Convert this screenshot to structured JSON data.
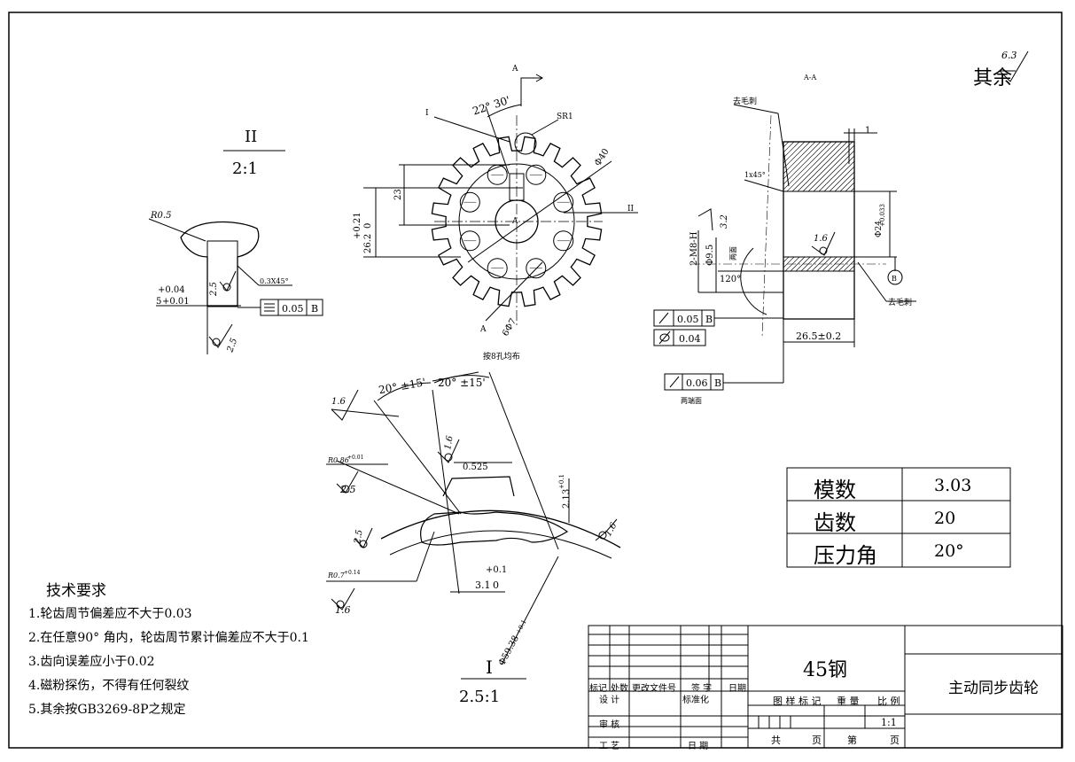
{
  "drawing": {
    "surface_finish_note": "其余",
    "surface_finish_value": "6.3",
    "view_ii_label": "II",
    "view_ii_scale": "2:1",
    "view_i_label": "I",
    "view_i_scale": "2.5:1",
    "section_label": "A-A",
    "section_mark": "A",
    "hole_note": "按8孔均布",
    "both_ends_note": "两端面",
    "deburr_note": "去毛刺",
    "both_sides_note": "两面",
    "dimensions": {
      "angle_22": "22° 30'",
      "sr1": "SR1",
      "phi40": "Ф40",
      "d23": "23",
      "d26": "26.2",
      "d26_tol_up": "+0.21",
      "d26_tol_low": "0",
      "phi7": "6Ф7",
      "r05": "R0.5",
      "chamfer_03": "0.3X45°",
      "w5": "5",
      "w5_tol_up": "+0.04",
      "w5_tol_low": "+0.01",
      "rough_25": "2.5",
      "sym_tol": "0.05",
      "datum_b": "B",
      "dim_1": "1",
      "chamfer_1x45": "1x45°",
      "thread": "2-M8-H",
      "phi95": "Ф9.5",
      "rough_32": "3.2",
      "angle_120": "120°",
      "rough_16": "1.6",
      "phi24": "Ф24",
      "phi24_tol": "+0.033",
      "runout_005": "0.05",
      "circ_004": "0.04",
      "runout_006": "0.06",
      "len_265": "26.5±0.2",
      "angle_20a": "20° ±15'",
      "angle_20b": "20° ±15'",
      "r086": "R0.86",
      "r086_tol": "+0.01",
      "r07": "R0.7",
      "r07_tol": "+0.14",
      "d0525": "0.525",
      "d213": "2.13",
      "d213_tol": "+0.1",
      "d31": "3.1",
      "d31_tol": "+0.1",
      "d31_tol_low": "0",
      "phi59": "Ф59.38",
      "phi59_tol": "+0.1"
    },
    "specs": [
      {
        "label": "模数",
        "value": "3.03"
      },
      {
        "label": "齿数",
        "value": "20"
      },
      {
        "label": "压力角",
        "value": "20°"
      }
    ],
    "tech_title": "技术要求",
    "tech_requirements": [
      "1.轮齿周节偏差应不大于0.03",
      "2.在任意90° 角内，轮齿周节累计偏差应不大于0.1",
      "3.齿向误差应小于0.02",
      "4.磁粉探伤，不得有任何裂纹",
      "5.其余按GB3269-8P之规定"
    ],
    "title_block": {
      "material": "45钢",
      "part_name": "主动同步齿轮",
      "col_mark": "标记",
      "col_count": "处数",
      "col_doc": "更改文件号",
      "col_sign": "签 字",
      "col_date": "日期",
      "design": "设 计",
      "standardize": "标准化",
      "review": "审 核",
      "process": "工 艺",
      "date2": "日 期",
      "pattern_mark": "图 样 标 记",
      "weight": "重 量",
      "scale": "比 例",
      "scale_value": "1:1",
      "total": "共",
      "sheet_unit": "页",
      "sheet_no": "第",
      "sheet_unit2": "页"
    }
  }
}
